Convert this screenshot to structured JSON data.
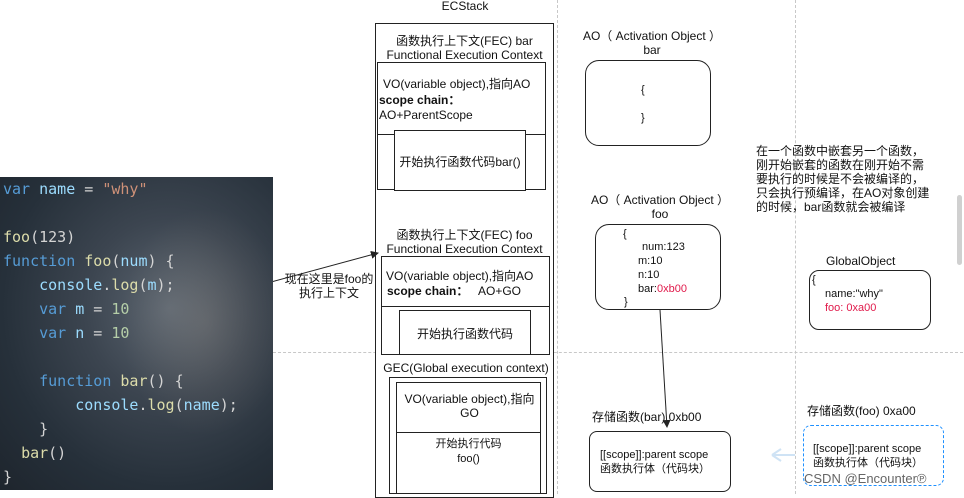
{
  "ecstack": {
    "title": "ECStack",
    "fec_bar": {
      "title": "函数执行上下文(FEC) bar",
      "subtitle": "Functional  Execution Context",
      "vo": "VO(variable object),指向AO",
      "scope_label": "scope  chain：",
      "scope_value": "AO+ParentScope",
      "exec": "开始执行函数代码bar()"
    },
    "fec_foo": {
      "title": "函数执行上下文(FEC) foo",
      "subtitle": "Functional  Execution Context",
      "vo": "VO(variable object),指向AO",
      "scope_label": "scope  chain：",
      "scope_value": "AO+GO",
      "exec": "开始执行函数代码"
    },
    "gec": {
      "title": "GEC(Global execution context)",
      "vo": "VO(variable object),指向GO",
      "exec_line1": "开始执行代码",
      "exec_line2": "foo()"
    }
  },
  "ao_bar": {
    "title": "AO（ Activation Object ）",
    "name": "bar",
    "open": "{",
    "close": "}"
  },
  "ao_foo": {
    "title": "AO（ Activation Object ）",
    "name": "foo",
    "open": "{",
    "num": "num:123",
    "m": "m:10",
    "n": "n:10",
    "bar_key": "bar:",
    "bar_val": "0xb00",
    "close": "}"
  },
  "global_object": {
    "title": "GlobalObject",
    "open": "{",
    "name_prop": "name:\"why\"",
    "foo_prop": "foo: 0xa00"
  },
  "store_bar": {
    "title": "存储函数(bar) 0xb00",
    "scope": "[[scope]]:parent scope",
    "body": "函数执行体（代码块）"
  },
  "store_foo": {
    "title": "存储函数(foo)  0xa00",
    "scope": "[[scope]]:parent scope",
    "body": "函数执行体（代码块）"
  },
  "note": {
    "line1": "在一个函数中嵌套另一个函数，",
    "line2": "刚开始嵌套的函数在刚开始不需",
    "line3": "要执行的时候是不会被编译的，",
    "line4": "只会执行预编译，在AO对象创建",
    "line5": "的时候，bar函数就会被编译"
  },
  "annotation": {
    "line1": "现在这里是foo的",
    "line2": "执行上下文"
  },
  "watermark": "CSDN @Encounter℗",
  "code": {
    "l1_kw": "var",
    "l1_name": "name",
    "l1_eq": " = ",
    "l1_str": "\"why\"",
    "l3_fn": "foo",
    "l3_rest": "(123)",
    "l4_kw": "function",
    "l4_fn": "foo",
    "l4_open": "(",
    "l4_arg": "num",
    "l4_close": ") {",
    "l5_obj": "console",
    "l5_dot": ".",
    "l5_fn": "log",
    "l5_open": "(",
    "l5_arg": "m",
    "l5_close": ");",
    "l6_kw": "var",
    "l6_var": "m",
    "l6_eq": " = ",
    "l6_num": "10",
    "l7_kw": "var",
    "l7_var": "n",
    "l7_eq": " = ",
    "l7_num": "10",
    "l9_kw": "function",
    "l9_fn": "bar",
    "l9_rest": "() {",
    "l10_obj": "console",
    "l10_dot": ".",
    "l10_fn": "log",
    "l10_open": "(",
    "l10_arg": "name",
    "l10_close": ");",
    "l11": "}",
    "l12_fn": "bar",
    "l12_rest": "()",
    "l13": "}"
  }
}
